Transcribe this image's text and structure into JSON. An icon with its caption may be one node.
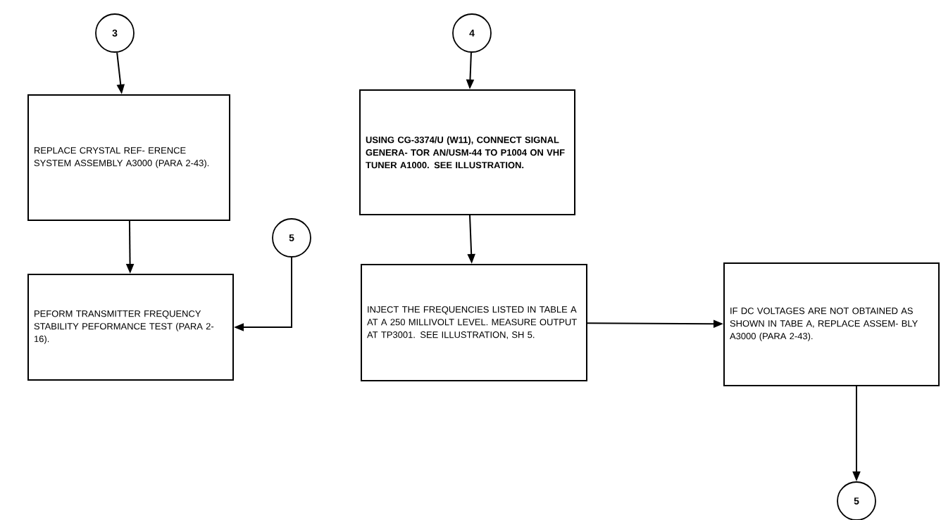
{
  "diagram": {
    "nodes": [
      {
        "text": [
          "3"
        ]
      },
      {
        "text": [
          "REPLACE CRYSTAL REF- ERENCE SYSTEM ASSEMBLY A3000 (PARA 2-43)."
        ]
      },
      {
        "text": [
          "5"
        ]
      },
      {
        "text": [
          "PEFORM TRANSMITTER FREQUENCY STABILITY PEFORMANCE TEST (PARA 2-16)."
        ]
      },
      {
        "text": [
          "4"
        ]
      },
      {
        "text": [
          "USING CG-3374/U (W11), CONNECT SIGNAL GENERA- TOR AN/USM-44 TO P1004 ON VHF TUNER A1000. SEE ILLUSTRATION."
        ]
      },
      {
        "text": [
          "INJECT THE FREQUENCIES LISTED IN TABLE A AT A 250 MILLIVOLT LEVEL. MEASURE OUTPUT AT TP3001. SEE ILLUSTRATION, SH 5."
        ]
      },
      {
        "text": [
          "IF DC VOLTAGES ARE NOT OBTAINED AS SHOWN IN TABE A, REPLACE ASSEM- BLY A3000 (PARA 2-43)."
        ]
      },
      {
        "text": [
          "5"
        ]
      }
    ],
    "edges": [
      {
        "from": 0,
        "to": 1,
        "arrow": "to"
      },
      {
        "from": 1,
        "to": 3,
        "arrow": "to"
      },
      {
        "from": 2,
        "to": 3,
        "arrow": "to"
      },
      {
        "from": 4,
        "to": 5,
        "arrow": "to"
      },
      {
        "from": 5,
        "to": 6,
        "arrow": "to"
      },
      {
        "from": 6,
        "to": 7,
        "arrow": "to"
      },
      {
        "from": 7,
        "to": 8,
        "arrow": "to"
      }
    ]
  }
}
